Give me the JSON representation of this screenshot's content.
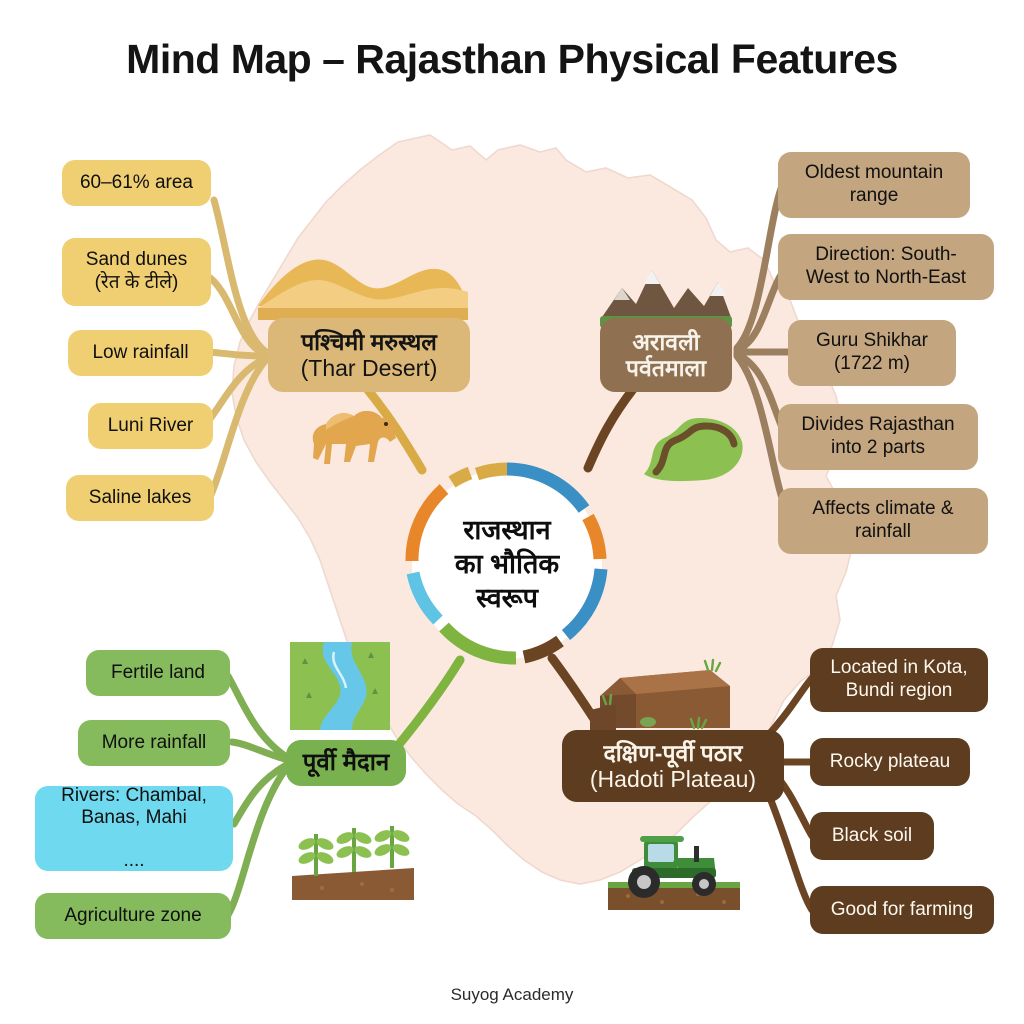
{
  "header": {
    "title": "Mind Map – Rajasthan Physical Features"
  },
  "footer": {
    "credit": "Suyog Academy"
  },
  "center": {
    "line1": "राजस्थान",
    "line2": "का भौतिक",
    "line3": "स्वरूप",
    "ring_colors": [
      "#e8862a",
      "#3a8fc4",
      "#5fc3e4",
      "#7fb441",
      "#6b4423",
      "#d8ab46"
    ]
  },
  "branches": [
    {
      "id": "thar",
      "hub_hindi": "पश्चिमी मरुस्थल",
      "hub_english": "(Thar Desert)",
      "color": "#dcb878",
      "leaf_color": "#f0cf73",
      "leaves": [
        {
          "text": "60–61% area"
        },
        {
          "text": "Sand dunes\n(रेत के टीले)"
        },
        {
          "text": "Low rainfall"
        },
        {
          "text": "Luni River"
        },
        {
          "text": "Saline lakes"
        }
      ]
    },
    {
      "id": "aravali",
      "hub_hindi": "अरावली",
      "hub_hindi2": "पर्वतमाला",
      "hub_english": "",
      "color": "#8f7050",
      "leaf_color": "#c3a57f",
      "leaves": [
        {
          "text": "Oldest mountain\nrange"
        },
        {
          "text": "Direction: South-\nWest to North-East"
        },
        {
          "text": "Guru Shikhar\n(1722 m)"
        },
        {
          "text": "Divides Rajasthan\ninto 2 parts"
        },
        {
          "text": "Affects climate &\nrainfall"
        }
      ]
    },
    {
      "id": "eastern-plain",
      "hub_hindi": "पूर्वी मैदान",
      "hub_english": "",
      "color": "#79b14f",
      "leaf_color": "#85bb5c",
      "leaves": [
        {
          "text": "Fertile land"
        },
        {
          "text": "More rainfall"
        },
        {
          "text": "Rivers: Chambal,\nBanas, Mahi\n\n...."
        },
        {
          "text": "Agriculture zone"
        }
      ]
    },
    {
      "id": "hadoti",
      "hub_hindi": "दक्षिण-पूर्वी पठार",
      "hub_english": "(Hadoti Plateau)",
      "color": "#5d3c1f",
      "leaf_color": "#5d3c1f",
      "leaves": [
        {
          "text": "Located in Kota,\nBundi region"
        },
        {
          "text": "Rocky plateau"
        },
        {
          "text": "Black soil"
        },
        {
          "text": "Good for farming"
        }
      ]
    }
  ],
  "illustrations": [
    {
      "name": "sand-dunes-illustration"
    },
    {
      "name": "camel-illustration"
    },
    {
      "name": "mountain-range-illustration"
    },
    {
      "name": "winding-river-illustration"
    },
    {
      "name": "river-plain-illustration"
    },
    {
      "name": "crops-field-illustration"
    },
    {
      "name": "rocky-plateau-illustration"
    },
    {
      "name": "tractor-farming-illustration"
    }
  ],
  "background": {
    "map_name": "rajasthan-map-silhouette",
    "map_fill": "#fbe9e0"
  }
}
